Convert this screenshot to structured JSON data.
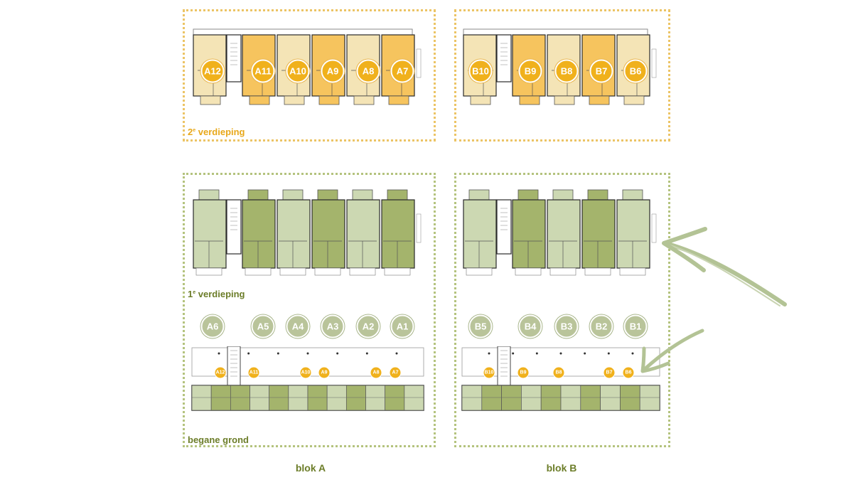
{
  "floors": {
    "second": {
      "label_base": "2",
      "label_sup": "e",
      "label_rest": "verdieping"
    },
    "first": {
      "label_base": "1",
      "label_sup": "e",
      "label_rest": "verdieping"
    },
    "ground": {
      "label": "begane grond"
    }
  },
  "blocks": {
    "a": {
      "label": "blok A"
    },
    "b": {
      "label": "blok B"
    }
  },
  "units": {
    "block_a_second": [
      "A12",
      "A11",
      "A10",
      "A9",
      "A8",
      "A7"
    ],
    "block_b_second": [
      "B10",
      "B9",
      "B8",
      "B7",
      "B6"
    ],
    "block_a_first": [
      "A6",
      "A5",
      "A4",
      "A3",
      "A2",
      "A1"
    ],
    "block_b_first": [
      "B5",
      "B4",
      "B3",
      "B2",
      "B1"
    ],
    "block_a_ground_markers": [
      "A12",
      "A11",
      "A10",
      "A9",
      "A8",
      "A7"
    ],
    "block_b_ground_markers": [
      "B10",
      "B9",
      "B8",
      "B7",
      "B6"
    ]
  },
  "colors": {
    "orange_dark": "#f6c45e",
    "orange_light": "#f4e4b6",
    "orange_badge": "#f0b11c",
    "green_dark": "#a4b46c",
    "green_light": "#ccd8b2",
    "green_badge": "#b9c49a",
    "arrow": "#b3c395",
    "frame_orange": "#ecc465",
    "frame_green": "#b4c37e"
  }
}
